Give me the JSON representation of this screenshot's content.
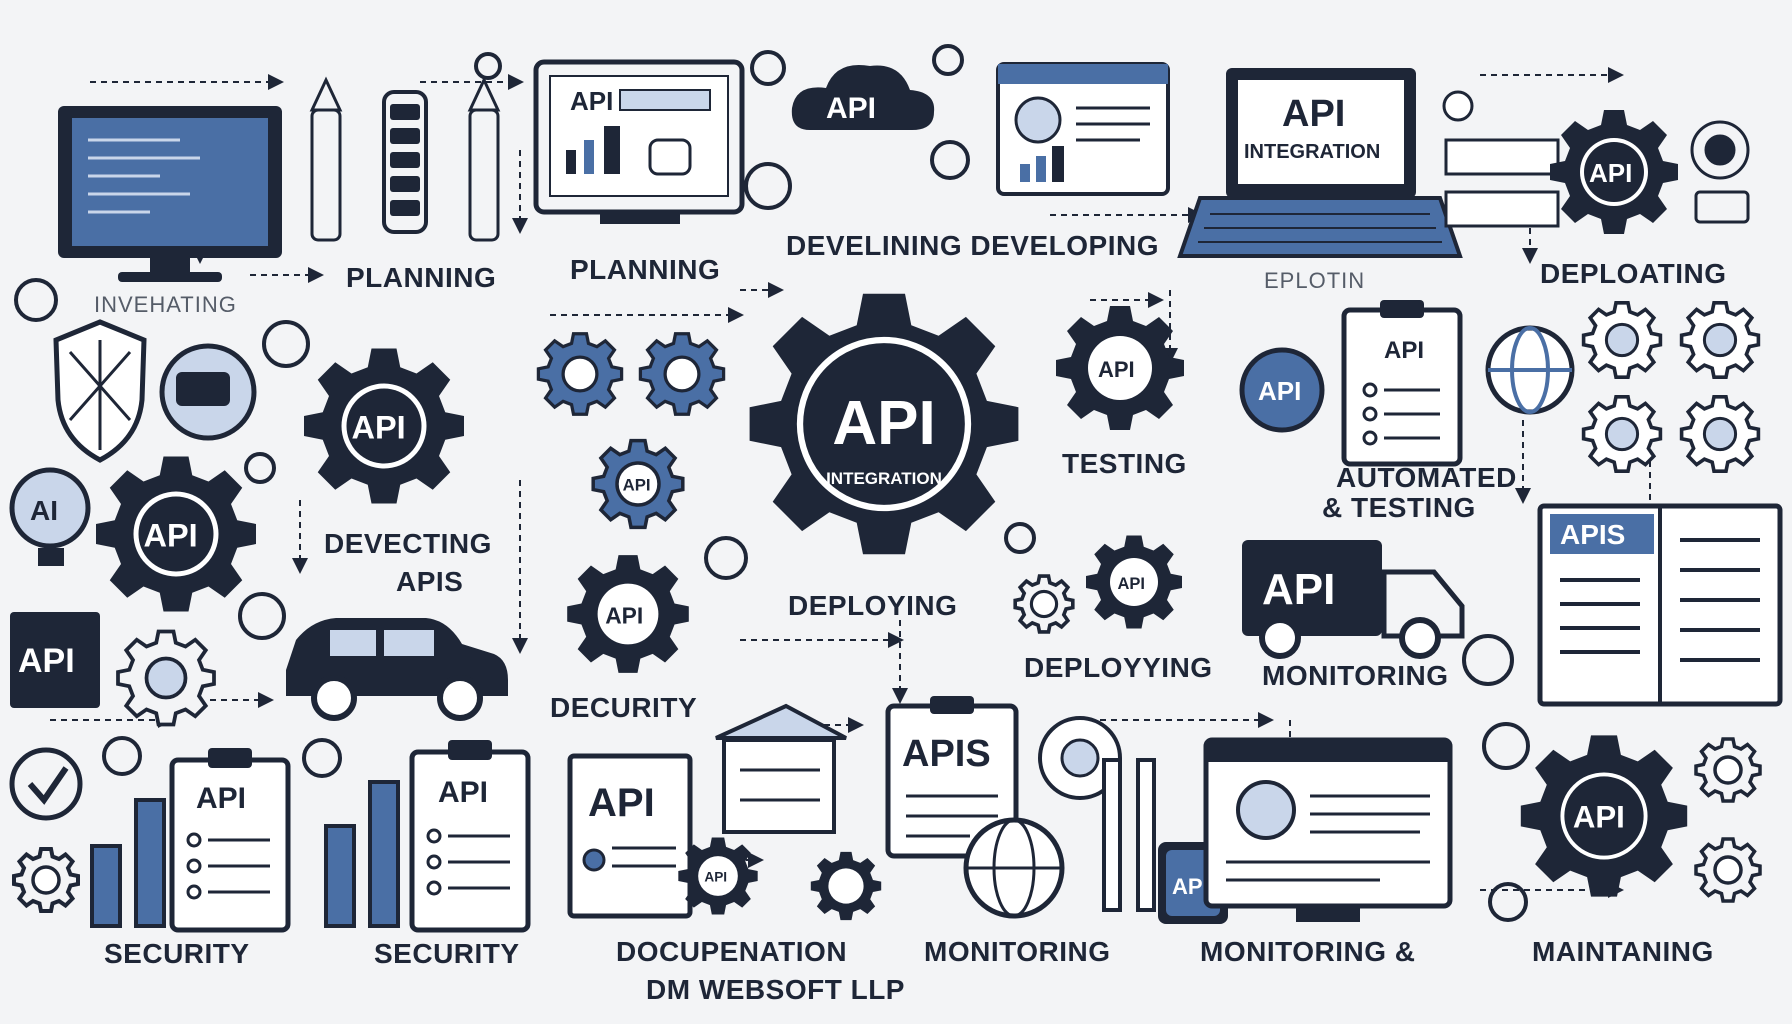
{
  "colors": {
    "navy": "#1e2637",
    "blue": "#4a6fa5",
    "light_blue": "#c9d6ea",
    "background": "#f3f4f6"
  },
  "center_gear": {
    "title": "API",
    "subtitle": "INTEGRATION"
  },
  "api_text": "API",
  "apis_text": "APIS",
  "laptop": {
    "title": "API",
    "subtitle": "INTEGRATION"
  },
  "labels": {
    "inveнating": "INVEHATING",
    "planning_1": "PLANNING",
    "planning_2": "PLANNING",
    "developing_top": "DEVELINING DEVELOPING",
    "eplotin": "EPLOTIN",
    "deploating": "DEPLOATING",
    "testing": "TESTING",
    "automated_1": "AUTOMATED",
    "automated_2": "& TESTING",
    "devecting_1": "DEVECTING",
    "devecting_2": "APIS",
    "deploying_center": "DEPLOYING",
    "deploying_right": "DEPLOYYING",
    "monitoring_truck": "MONITORING",
    "decurity": "DECURITY",
    "security_1": "SECURITY",
    "security_2": "SECURITY",
    "docupenation": "DOCUPENATION",
    "company": "DM WEBSOFT LLP",
    "monitoring_1": "MONITORING",
    "monitoring_2": "MONITORING &",
    "maintaning": "MAINTANING"
  }
}
